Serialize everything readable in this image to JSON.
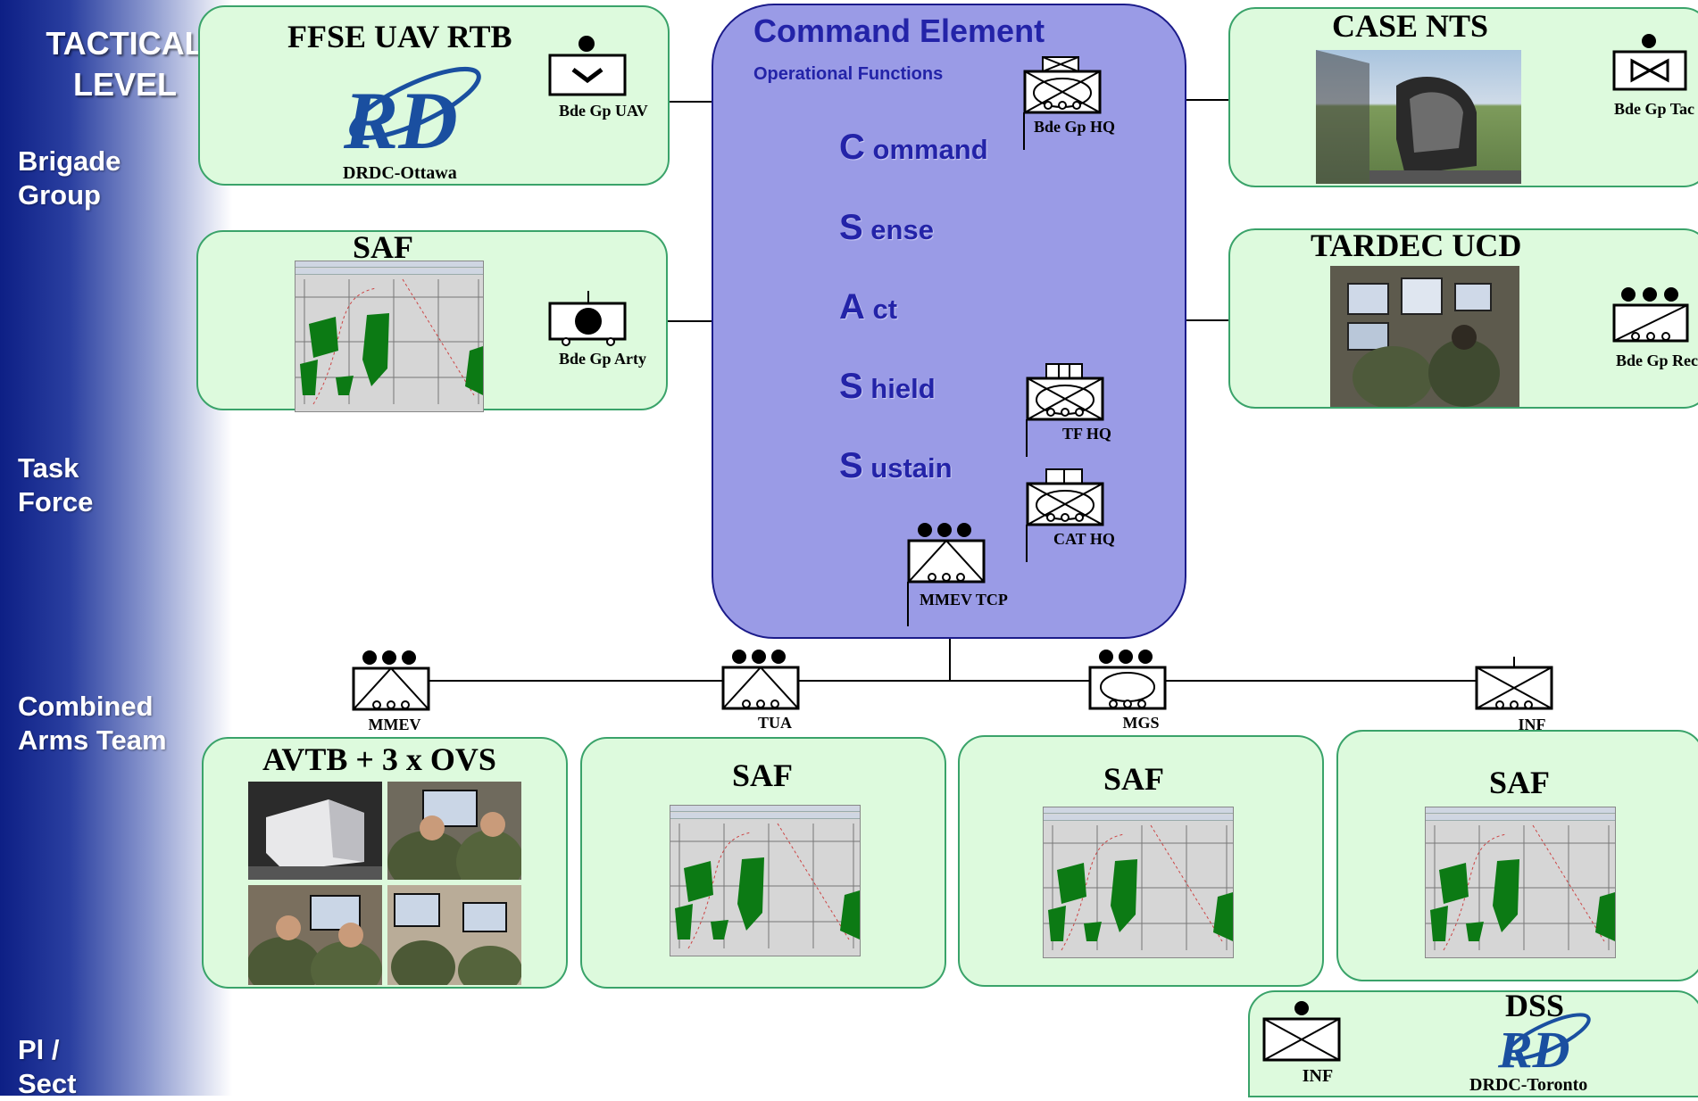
{
  "sidebar": {
    "tactical": "TACTICAL LEVEL",
    "levels": [
      {
        "label": "Brigade Group"
      },
      {
        "label": "Task Force"
      },
      {
        "label": "Combined Arms Team"
      },
      {
        "label": "Pl / Sect"
      }
    ]
  },
  "command_element": {
    "title": "Command Element",
    "subtitle": "Operational Functions",
    "functions": [
      {
        "initial": "C",
        "rest": " ommand"
      },
      {
        "initial": "S",
        "rest": " ense"
      },
      {
        "initial": "A",
        "rest": " ct"
      },
      {
        "initial": "S",
        "rest": " hield"
      },
      {
        "initial": "S",
        "rest": " ustain"
      }
    ],
    "units": {
      "bde_hq": "Bde Gp HQ",
      "tf_hq": "TF HQ",
      "cat_hq": "CAT HQ",
      "mmev_tcp": "MMEV TCP"
    }
  },
  "nodes": {
    "ffse": {
      "title": "FFSE UAV RTB",
      "org": "DRDC-Ottawa",
      "unit": "Bde Gp UAV",
      "logo": "RD"
    },
    "saf_brigade": {
      "title": "SAF",
      "unit": "Bde Gp Arty"
    },
    "case_nts": {
      "title": "CASE NTS",
      "unit": "Bde Gp Tac Hel"
    },
    "tardec": {
      "title": "TARDEC UCD",
      "unit": "Bde Gp Recce"
    },
    "avtb": {
      "title": "AVTB + 3 x OVS"
    },
    "saf_tua": {
      "title": "SAF"
    },
    "saf_mgs": {
      "title": "SAF"
    },
    "saf_inf": {
      "title": "SAF"
    },
    "dss": {
      "title": "DSS",
      "org": "DRDC-Toronto",
      "unit": "INF",
      "logo": "RD"
    }
  },
  "team_units": {
    "mmev": "MMEV",
    "tua": "TUA",
    "mgs": "MGS",
    "inf": "INF"
  },
  "colors": {
    "box_fill": "#ddfadd",
    "box_border": "#3aa36a",
    "command_fill": "#9a9be6",
    "command_text": "#2323a8",
    "sidebar": "#0d1f85",
    "map_green": "#0c7a14"
  }
}
